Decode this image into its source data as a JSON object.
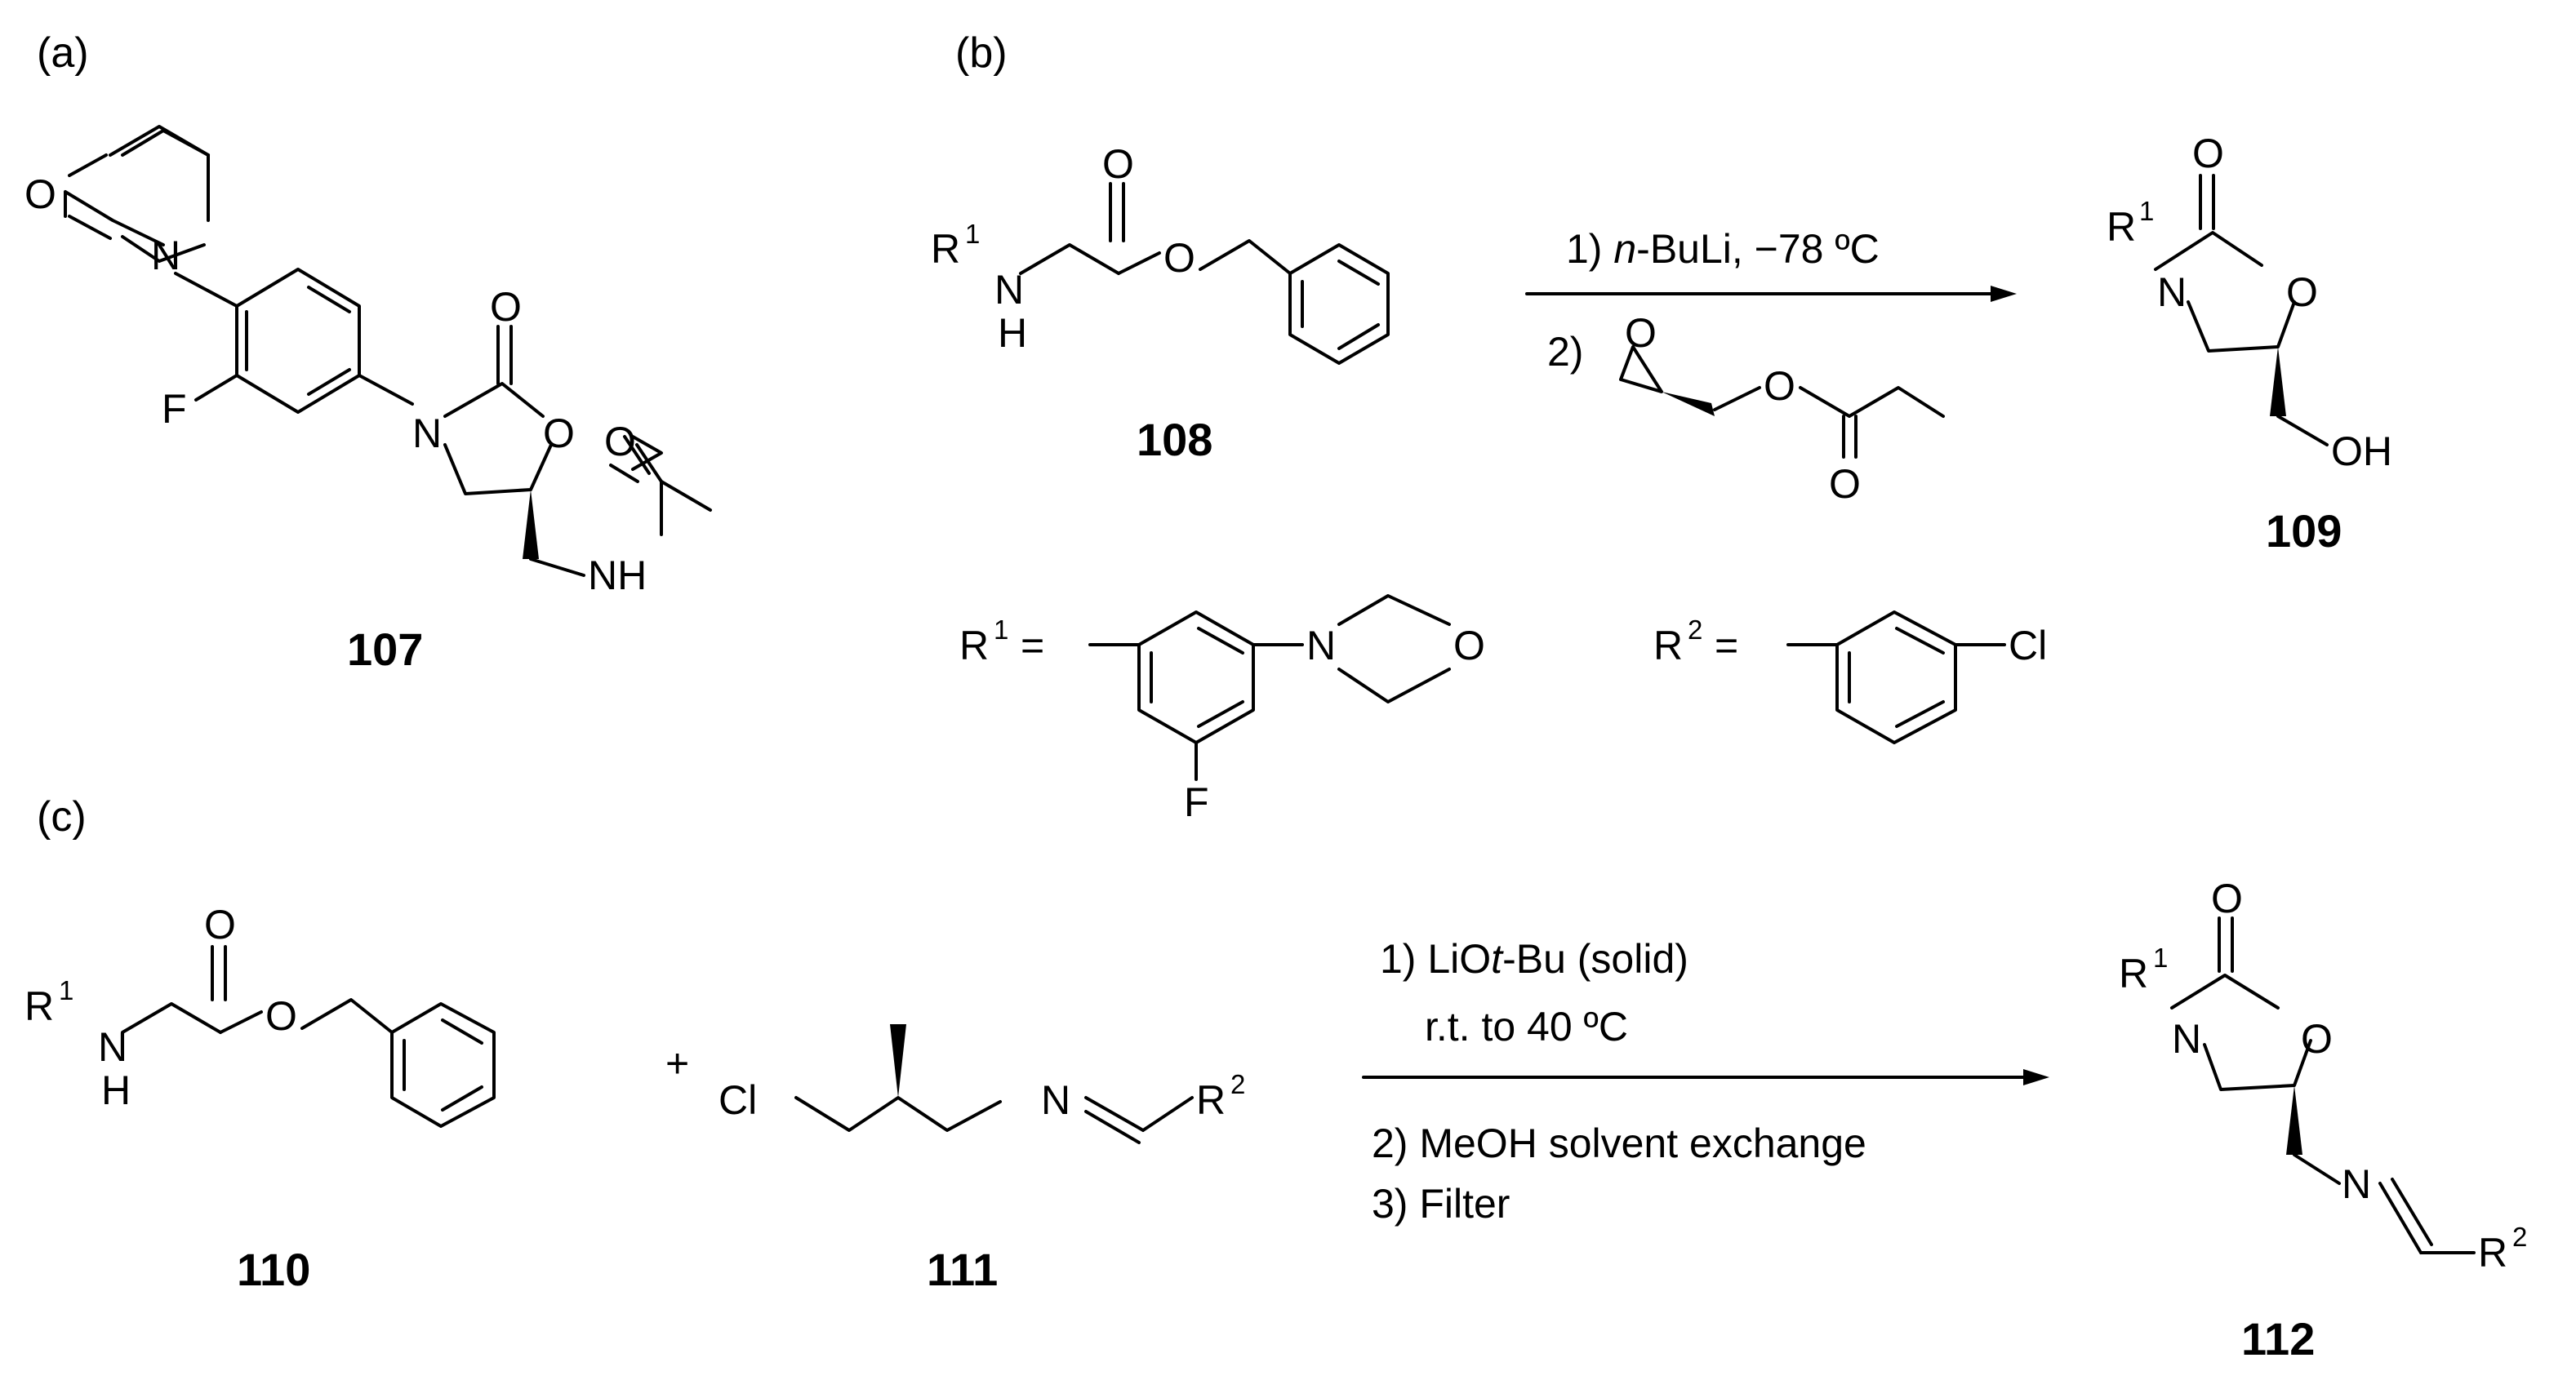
{
  "panels": {
    "a": "(a)",
    "b": "(b)",
    "c": "(c)"
  },
  "compounds": {
    "c107": "107",
    "c108": "108",
    "c109": "109",
    "c110": "110",
    "c111": "111",
    "c112": "112"
  },
  "atoms": {
    "O": "O",
    "N": "N",
    "NH": "NH",
    "H": "H",
    "F": "F",
    "OH": "OH",
    "Cl": "Cl",
    "R": "R",
    "one": "1",
    "two": "2",
    "eq": "=",
    "plus": "+"
  },
  "conditions_b": {
    "step1_prefix": "1) ",
    "step1_italic": "n",
    "step1_rest": "-BuLi, −78 ºC",
    "step2": "2)"
  },
  "conditions_c": {
    "step1_prefix": "1) LiO",
    "step1_italic": "t",
    "step1_rest": "-Bu (solid)",
    "step1_line2": "r.t. to 40 ºC",
    "step2": "2) MeOH solvent exchange",
    "step3": "3) Filter"
  },
  "colors": {
    "ink": "#000000",
    "background": "#ffffff"
  }
}
